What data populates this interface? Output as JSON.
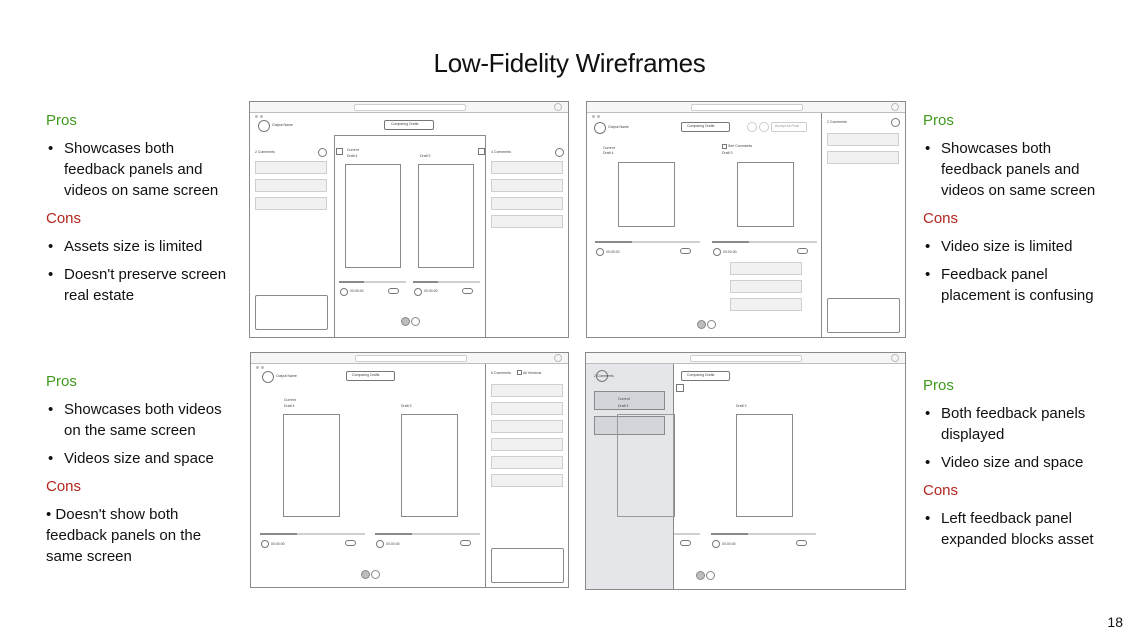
{
  "title": "Low-Fidelity Wireframes",
  "page_number": "18",
  "sections": {
    "top_left": {
      "pros_label": "Pros",
      "pros": [
        "Showcases both feedback panels and videos on same screen"
      ],
      "cons_label": "Cons",
      "cons": [
        "Assets size is limited",
        "Doesn't preserve screen real estate"
      ]
    },
    "top_right": {
      "pros_label": "Pros",
      "pros": [
        "Showcases both feedback panels and videos on same screen"
      ],
      "cons_label": "Cons",
      "cons": [
        "Video size is limited",
        "Feedback panel placement is confusing"
      ]
    },
    "bottom_left": {
      "pros_label": "Pros",
      "pros": [
        "Showcases both videos on the same screen",
        "Videos size and space"
      ],
      "cons_label": "Cons",
      "cons_plain": "• Doesn't show both feedback panels on the same screen"
    },
    "bottom_right": {
      "pros_label": "Pros",
      "pros": [
        "Both feedback panels displayed",
        "Video size and space"
      ],
      "cons_label": "Cons",
      "cons": [
        "Left feedback panel expanded blocks asset"
      ]
    }
  },
  "wireframe": {
    "output_name": "Output Name",
    "comparing_drafts": "Comparing Drafts",
    "comments_2": "2 Comments",
    "comments_4": "4 Comments",
    "comments_6": "6 Comments",
    "current": "Current",
    "draft_4": "Draft 4",
    "draft_3": "Draft 3",
    "time": "00:00:00",
    "accept_as_final": "Accept As Final",
    "see_comments": "See Comments",
    "all_versions": "All Versions"
  }
}
